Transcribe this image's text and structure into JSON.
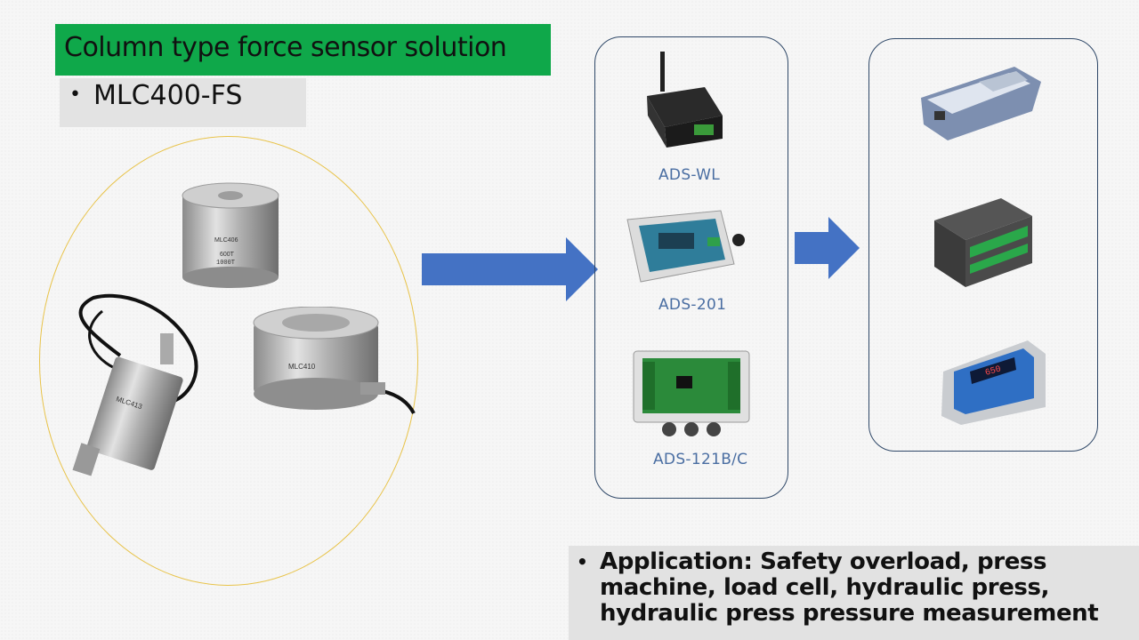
{
  "slide": {
    "title": "Column type force sensor solution",
    "subtitle": "MLC400-FS",
    "sensors": [
      {
        "model": "MLC406",
        "capacity": "600T",
        "marking": "1000T"
      },
      {
        "model": "MLC410"
      },
      {
        "model": "MLC413"
      }
    ],
    "modules": [
      {
        "label": "ADS-WL"
      },
      {
        "label": "ADS-201"
      },
      {
        "label": "ADS-121B/C"
      }
    ],
    "displays": [
      {
        "name": "handheld-meter"
      },
      {
        "name": "plc-controller"
      },
      {
        "name": "weighing-indicator",
        "reading": "650"
      }
    ],
    "application": "Application: Safety overload, press machine, load cell, hydraulic press, hydraulic press pressure measurement",
    "colors": {
      "title_bg": "#0fa84a",
      "arrow": "#4472c4",
      "panel_border": "#2f4868",
      "ellipse_border": "#e8c34a",
      "label": "#4a6ea2"
    }
  }
}
